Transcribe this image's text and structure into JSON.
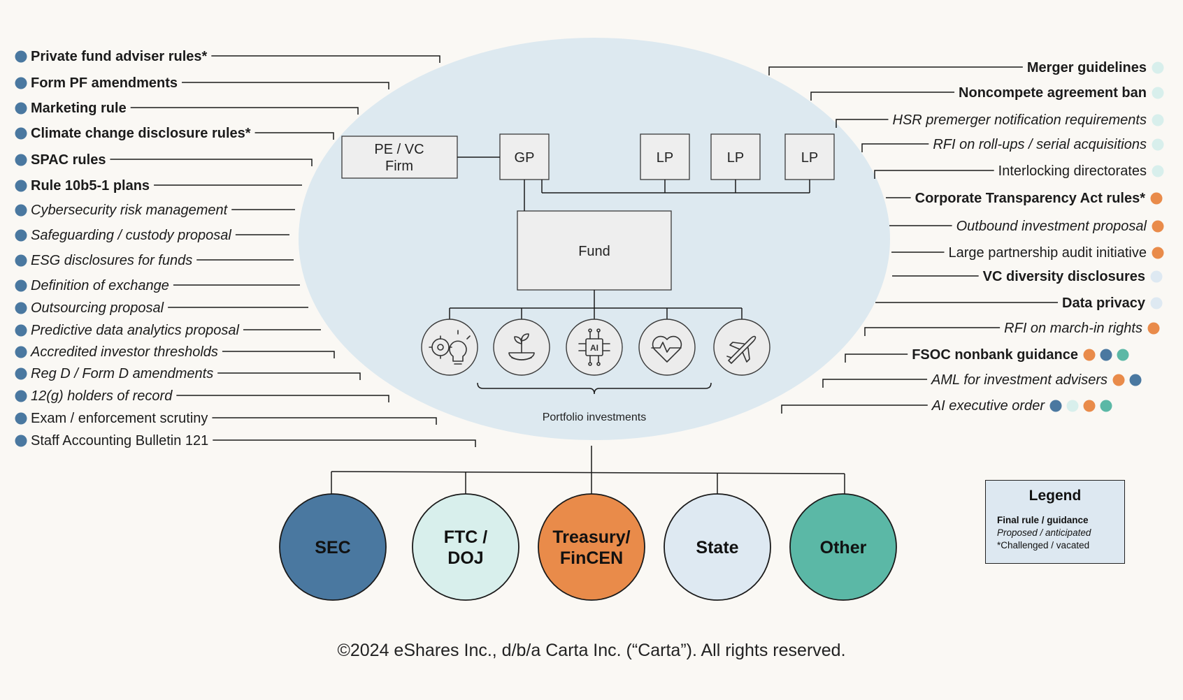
{
  "colors": {
    "background": "#faf8f4",
    "ellipse": "#dde9f0",
    "sec": "#4a78a0",
    "ftc_doj": "#d8efec",
    "treasury_fincen": "#e98b4a",
    "state": "#dee9f2",
    "other": "#5bb8a6"
  },
  "structure": {
    "pe_vc_firm": [
      "PE / VC",
      "Firm"
    ],
    "gp": "GP",
    "lps": [
      "LP",
      "LP",
      "LP"
    ],
    "fund": "Fund",
    "portfolio_icons": [
      "gear-lightbulb-icon",
      "plant-globe-icon",
      "ai-chip-icon",
      "heartbeat-icon",
      "airplane-icon"
    ],
    "portfolio_label": "Portfolio investments"
  },
  "left_items": [
    {
      "text": "Private fund adviser rules*",
      "style": "b",
      "agencies": [
        "sec"
      ]
    },
    {
      "text": "Form PF amendments",
      "style": "b",
      "agencies": [
        "sec"
      ]
    },
    {
      "text": "Marketing rule",
      "style": "b",
      "agencies": [
        "sec"
      ]
    },
    {
      "text": "Climate change disclosure rules*",
      "style": "b",
      "agencies": [
        "sec"
      ]
    },
    {
      "text": "SPAC rules",
      "style": "b",
      "agencies": [
        "sec"
      ]
    },
    {
      "text": "Rule 10b5-1 plans",
      "style": "b",
      "agencies": [
        "sec"
      ]
    },
    {
      "text": "Cybersecurity risk management",
      "style": "i",
      "agencies": [
        "sec"
      ]
    },
    {
      "text": "Safeguarding / custody proposal",
      "style": "i",
      "agencies": [
        "sec"
      ]
    },
    {
      "text": "ESG disclosures for funds",
      "style": "i",
      "agencies": [
        "sec"
      ]
    },
    {
      "text": "Definition of exchange",
      "style": "i",
      "agencies": [
        "sec"
      ]
    },
    {
      "text": "Outsourcing proposal",
      "style": "i",
      "agencies": [
        "sec"
      ]
    },
    {
      "text": "Predictive data analytics proposal",
      "style": "i",
      "agencies": [
        "sec"
      ]
    },
    {
      "text": "Accredited investor thresholds",
      "style": "i",
      "agencies": [
        "sec"
      ]
    },
    {
      "text": "Reg D / Form D amendments",
      "style": "i",
      "agencies": [
        "sec"
      ]
    },
    {
      "text": "12(g) holders of record",
      "style": "i",
      "agencies": [
        "sec"
      ]
    },
    {
      "text": "Exam / enforcement scrutiny",
      "style": "n",
      "agencies": [
        "sec"
      ]
    },
    {
      "text": "Staff Accounting Bulletin 121",
      "style": "n",
      "agencies": [
        "sec"
      ]
    }
  ],
  "right_items": [
    {
      "text": "Merger guidelines",
      "style": "b",
      "agencies": [
        "ftc_doj"
      ]
    },
    {
      "text": "Noncompete agreement ban",
      "style": "b",
      "agencies": [
        "ftc_doj"
      ]
    },
    {
      "text": "HSR premerger notification requirements",
      "style": "i",
      "agencies": [
        "ftc_doj"
      ]
    },
    {
      "text": "RFI on roll-ups / serial acquisitions",
      "style": "i",
      "agencies": [
        "ftc_doj"
      ]
    },
    {
      "text": "Interlocking directorates",
      "style": "n",
      "agencies": [
        "ftc_doj"
      ]
    },
    {
      "text": "Corporate Transparency Act rules*",
      "style": "b",
      "agencies": [
        "treasury_fincen"
      ]
    },
    {
      "text": "Outbound investment proposal",
      "style": "i",
      "agencies": [
        "treasury_fincen"
      ]
    },
    {
      "text": "Large partnership audit initiative",
      "style": "n",
      "agencies": [
        "treasury_fincen"
      ]
    },
    {
      "text": "VC diversity disclosures",
      "style": "b",
      "agencies": [
        "state"
      ]
    },
    {
      "text": "Data privacy",
      "style": "b",
      "agencies": [
        "state"
      ]
    },
    {
      "text": "RFI on march-in rights",
      "style": "i",
      "agencies": [
        "treasury_fincen"
      ]
    },
    {
      "text": "FSOC nonbank guidance",
      "style": "b",
      "agencies": [
        "treasury_fincen",
        "sec",
        "other"
      ]
    },
    {
      "text": "AML for investment advisers",
      "style": "i",
      "agencies": [
        "treasury_fincen",
        "sec"
      ]
    },
    {
      "text": "AI executive order",
      "style": "i",
      "agencies": [
        "sec",
        "ftc_doj",
        "treasury_fincen",
        "other"
      ]
    }
  ],
  "agencies": [
    {
      "key": "sec",
      "lines": [
        "SEC"
      ],
      "text_color": "#111"
    },
    {
      "key": "ftc_doj",
      "lines": [
        "FTC /",
        "DOJ"
      ],
      "text_color": "#111"
    },
    {
      "key": "treasury_fincen",
      "lines": [
        "Treasury/",
        "FinCEN"
      ],
      "text_color": "#111"
    },
    {
      "key": "state",
      "lines": [
        "State"
      ],
      "text_color": "#111"
    },
    {
      "key": "other",
      "lines": [
        "Other"
      ],
      "text_color": "#111"
    }
  ],
  "legend": {
    "title": "Legend",
    "final": "Final rule / guidance",
    "proposed": "Proposed / anticipated",
    "challenged": "*Challenged / vacated"
  },
  "footer": "©2024 eShares Inc., d/b/a Carta Inc. (“Carta”). All rights reserved."
}
